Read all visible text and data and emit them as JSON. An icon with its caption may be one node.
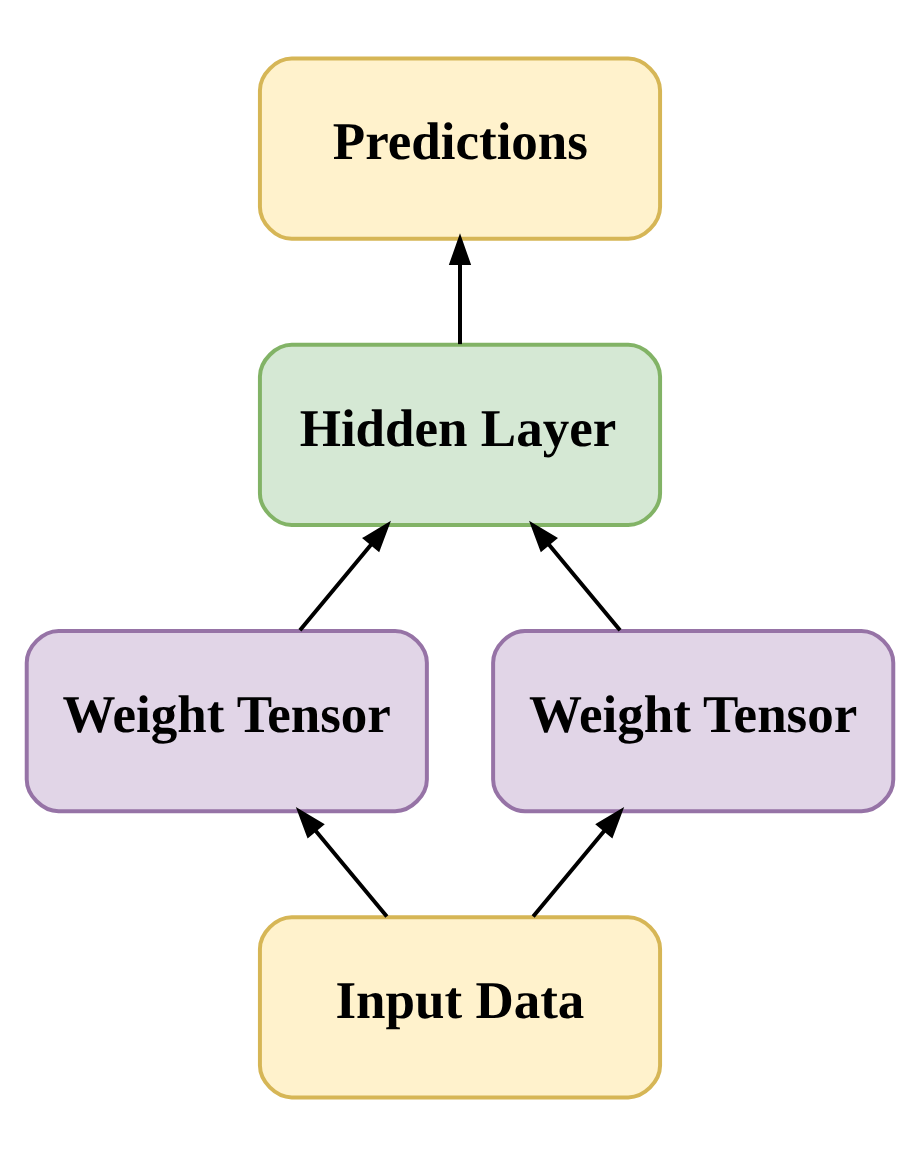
{
  "diagram": {
    "nodes": [
      {
        "text": [
          "Predictions"
        ]
      },
      {
        "text": [
          "Hidden Layer"
        ]
      },
      {
        "text": [
          "Weight Tensor"
        ]
      },
      {
        "text": [
          "Weight Tensor"
        ]
      },
      {
        "text": [
          "Input Data"
        ]
      }
    ],
    "edges": [
      {
        "from": 1,
        "to": 0,
        "arrow": "to"
      },
      {
        "from": 2,
        "to": 1,
        "arrow": "to"
      },
      {
        "from": 3,
        "to": 1,
        "arrow": "to"
      },
      {
        "from": 4,
        "to": 2,
        "arrow": "to"
      },
      {
        "from": 4,
        "to": 3,
        "arrow": "to"
      }
    ]
  }
}
